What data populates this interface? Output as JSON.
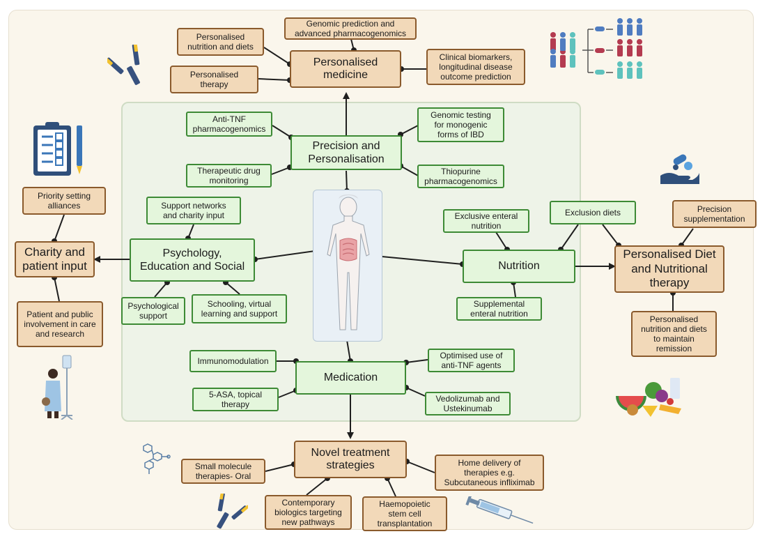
{
  "nodes": {
    "personalised_medicine": "Personalised\nmedicine",
    "genomic_prediction": "Genomic prediction and\nadvanced pharmacogenomics",
    "personalised_nutrition": "Personalised\nnutrition and diets",
    "personalised_therapy": "Personalised\ntherapy",
    "clinical_biomarkers": "Clinical biomarkers,\nlongitudinal disease\noutcome prediction",
    "precision": "Precision and\nPersonalisation",
    "anti_tnf_pgx": "Anti-TNF\npharmacogenomics",
    "genomic_testing": "Genomic testing\nfor monogenic\nforms of IBD",
    "tdm": "Therapeutic drug\nmonitoring",
    "thiopurine": "Thiopurine\npharmacogenomics",
    "charity": "Charity and\npatient input",
    "priority": "Priority setting\nalliances",
    "ppi": "Patient and public\ninvolvement in care\nand research",
    "psychology": "Psychology,\nEducation and Social",
    "support_networks": "Support networks\nand charity input",
    "psych_support": "Psychological\nsupport",
    "schooling": "Schooling, virtual\nlearning and support",
    "nutrition": "Nutrition",
    "een": "Exclusive enteral\nnutrition",
    "exclusion": "Exclusion diets",
    "supplemental": "Supplemental\nenteral nutrition",
    "personalised_diet": "Personalised Diet\nand Nutritional\ntherapy",
    "precision_supp": "Precision\nsupplementation",
    "pers_nutrition_remission": "Personalised\nnutrition and diets\nto maintain\nremission",
    "medication": "Medication",
    "immunomodulation": "Immunomodulation",
    "five_asa": "5-ASA, topical\ntherapy",
    "optimised": "Optimised use of\nanti-TNF agents",
    "vedolizumab": "Vedolizumab and\nUstekinumab",
    "novel": "Novel treatment\nstrategies",
    "small_molecule": "Small molecule\ntherapies- Oral",
    "contemporary": "Contemporary\nbiologics targeting\nnew pathways",
    "hsct": "Haemopoietic\nstem cell\ntransplantation",
    "home_delivery": "Home delivery of\ntherapies e.g.\nSubcutaneous infliximab"
  },
  "colors": {
    "tan_fill": "#f2d9b9",
    "tan_border": "#8a5a2c",
    "green_fill": "#e4f6dc",
    "green_border": "#3d8a35",
    "connector": "#1f1f1f"
  },
  "icons": [
    "antibody-icon",
    "patient-groups-icon",
    "clipboard-checklist-icon",
    "pills-hand-icon",
    "patient-drip-icon",
    "healthy-food-icon",
    "molecule-icon",
    "syringe-icon",
    "human-body-gut-icon"
  ]
}
